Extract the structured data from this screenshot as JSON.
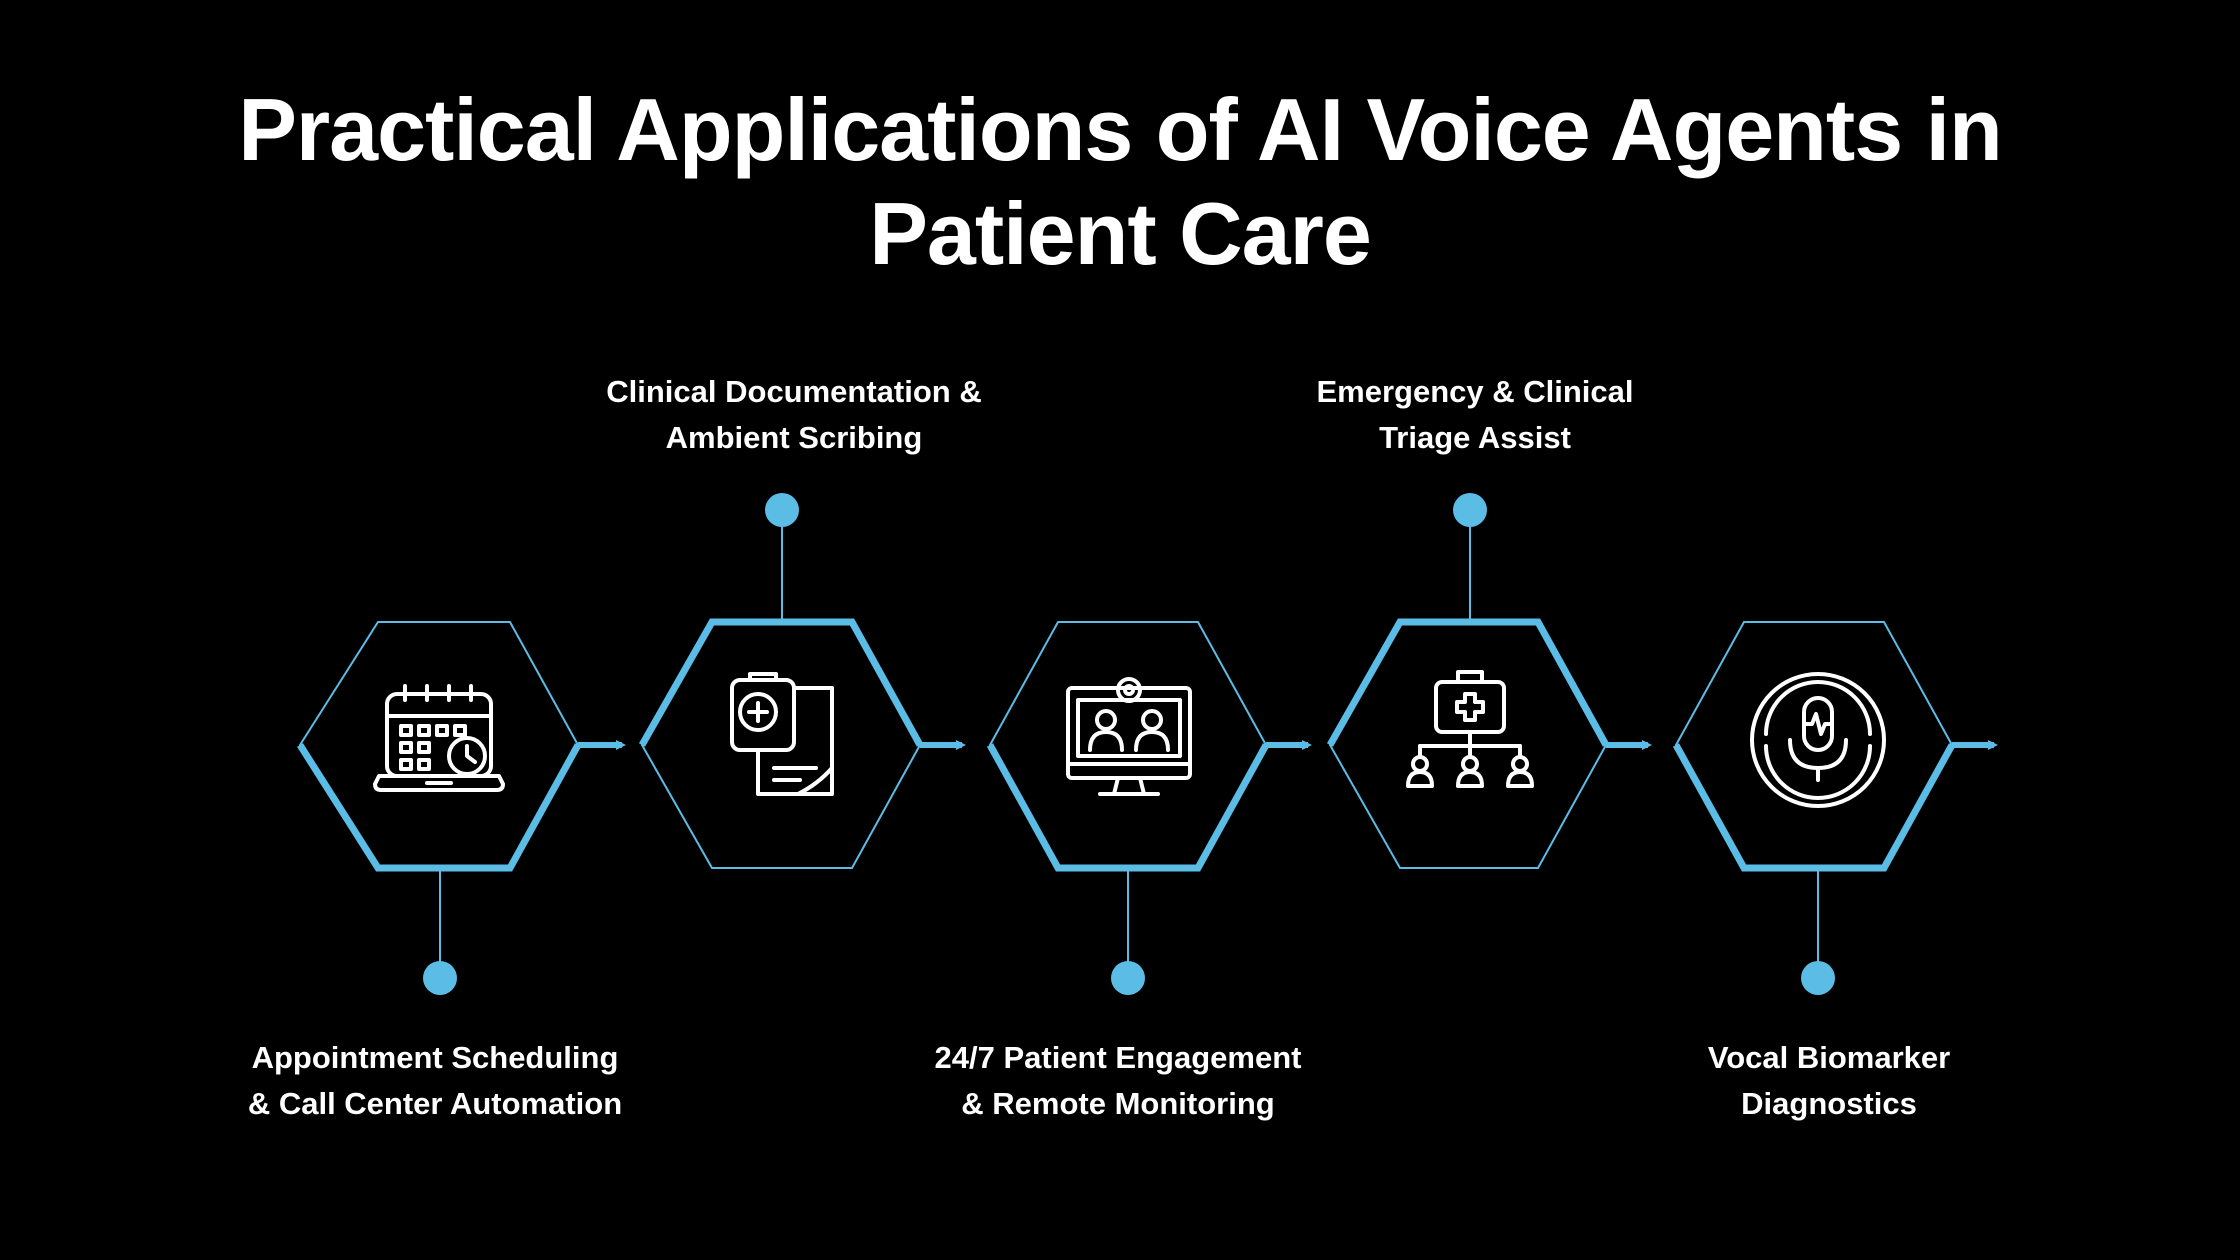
{
  "title": {
    "line1": "Practical Applications of AI Voice Agents in",
    "line2": "Patient Care"
  },
  "colors": {
    "background": "#000000",
    "accent": "#5bbde6",
    "text": "#ffffff"
  },
  "steps": [
    {
      "line1": "Appointment Scheduling",
      "line2": "& Call Center Automation",
      "icon": "calendar-clock-laptop-icon",
      "label_position": "bottom"
    },
    {
      "line1": "Clinical Documentation &",
      "line2": "Ambient Scribing",
      "icon": "clipboard-medical-document-icon",
      "label_position": "top"
    },
    {
      "line1": "24/7 Patient Engagement",
      "line2": "& Remote Monitoring",
      "icon": "monitor-video-call-icon",
      "label_position": "bottom"
    },
    {
      "line1": "Emergency & Clinical",
      "line2": "Triage Assist",
      "icon": "first-aid-hierarchy-icon",
      "label_position": "top"
    },
    {
      "line1": "Vocal Biomarker",
      "line2": "Diagnostics",
      "icon": "microphone-waveform-icon",
      "label_position": "bottom"
    }
  ]
}
